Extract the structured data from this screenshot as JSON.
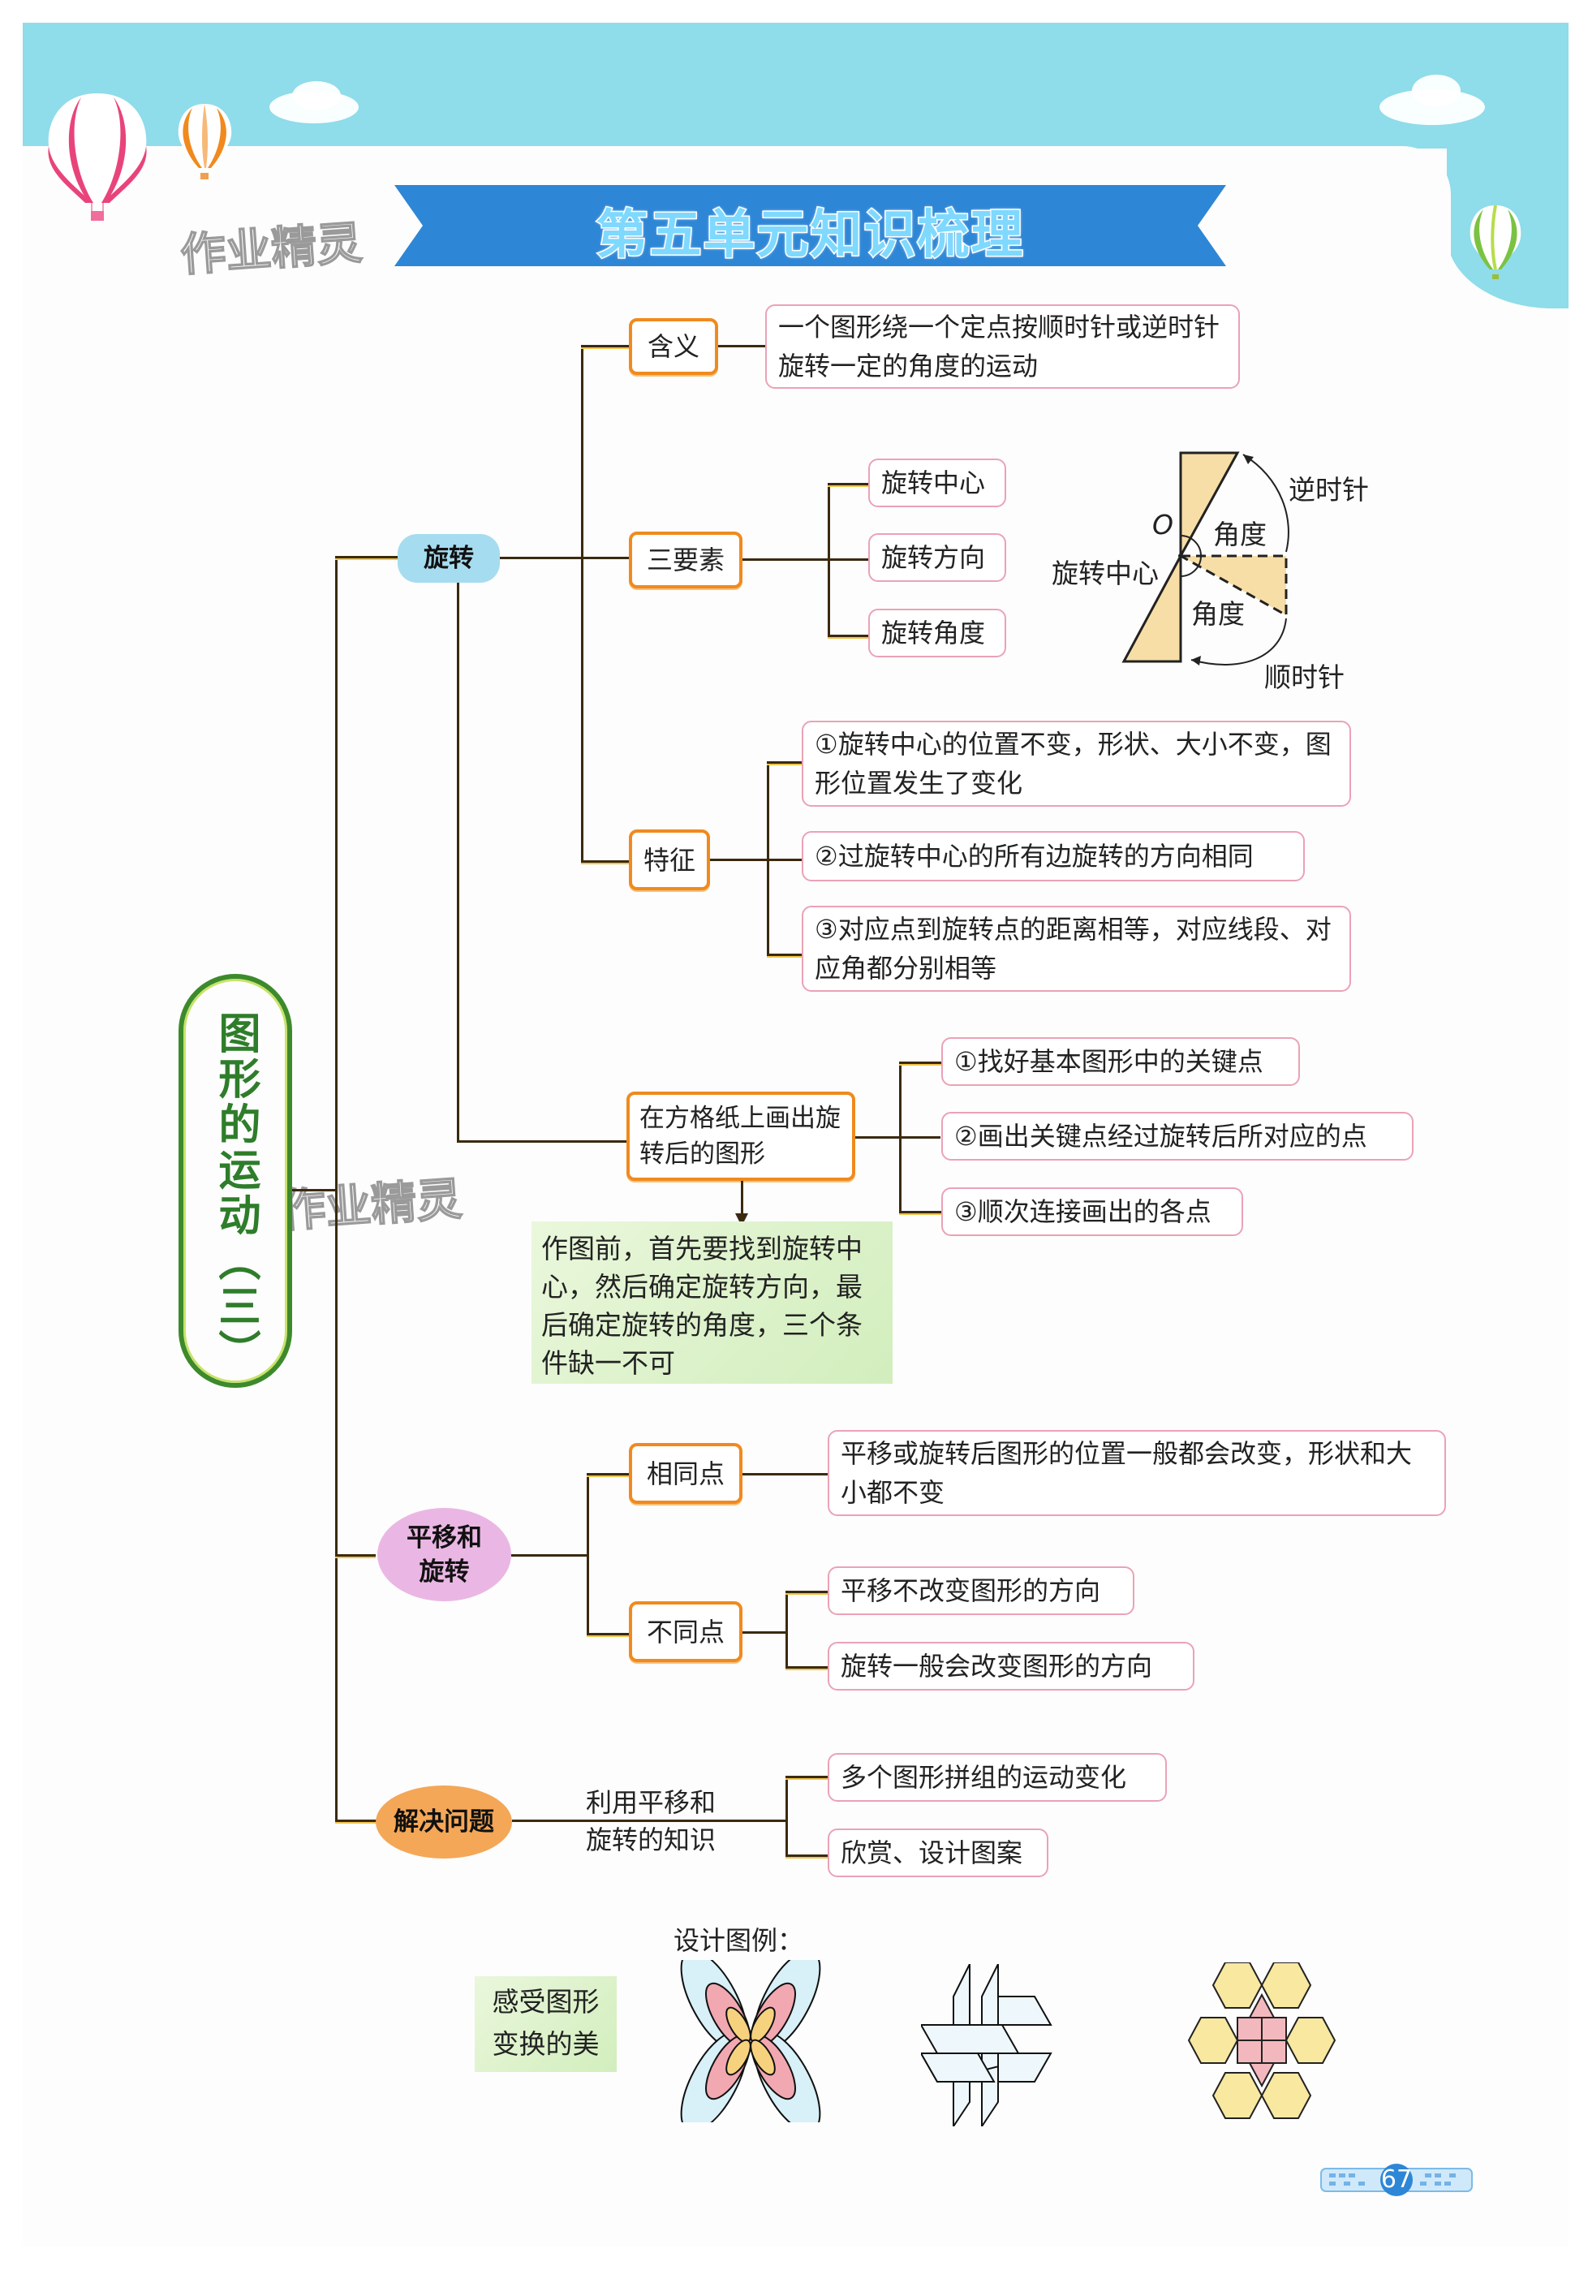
{
  "header": {
    "title": "第五单元知识梳理",
    "watermark": "作业精灵"
  },
  "root": {
    "label": "图形的运动（三）"
  },
  "branches": {
    "rotation": {
      "label": "旋转",
      "meaning": {
        "label": "含义",
        "text": "一个图形绕一个定点按顺时针或逆时针旋转一定的角度的运动"
      },
      "three_elements": {
        "label": "三要素",
        "items": [
          "旋转中心",
          "旋转方向",
          "旋转角度"
        ]
      },
      "diagram": {
        "center_point": "O",
        "center_label": "旋转中心",
        "angle_label_top": "角度",
        "angle_label_bottom": "角度",
        "ccw_label": "逆时针",
        "cw_label": "顺时针"
      },
      "features": {
        "label": "特征",
        "items": [
          "①旋转中心的位置不变，形状、大小不变，图形位置发生了变化",
          "②过旋转中心的所有边旋转的方向相同",
          "③对应点到旋转点的距离相等，对应线段、对应角都分别相等"
        ]
      },
      "drawing": {
        "label": "在方格纸上画出旋转后的图形",
        "steps": [
          "①找好基本图形中的关键点",
          "②画出关键点经过旋转后所对应的点",
          "③顺次连接画出的各点"
        ],
        "note": "作图前，首先要找到旋转中心，然后确定旋转方向，最后确定旋转的角度，三个条件缺一不可"
      }
    },
    "translation_rotation": {
      "label": "平移和旋转",
      "same": {
        "label": "相同点",
        "text": "平移或旋转后图形的位置一般都会改变，形状和大小都不变"
      },
      "different": {
        "label": "不同点",
        "items": [
          "平移不改变图形的方向",
          "旋转一般会改变图形的方向"
        ]
      }
    },
    "problem_solving": {
      "label": "解决问题",
      "via": "利用平移和旋转的知识",
      "items": [
        "多个图形拼组的运动变化",
        "欣赏、设计图案"
      ]
    }
  },
  "design_examples": {
    "caption": "设计图例：",
    "side_note": "感受图形变换的美",
    "figures": [
      "butterfly-petal-pattern",
      "interlocking-parallelogram-pattern",
      "hexagon-rhombus-star-pattern"
    ]
  },
  "footer": {
    "page_number": "67"
  },
  "colors": {
    "sky": "#8fdcea",
    "banner": "#2e86d6",
    "root_border": "#3d8a2c",
    "node_orange": "#f08a1e",
    "leaf_pink": "#eba2b6",
    "pill_blue": "#a6dcef",
    "pill_pink": "#eab7e4",
    "pill_orange": "#f4a757",
    "note_green": "#d8f0c4"
  }
}
